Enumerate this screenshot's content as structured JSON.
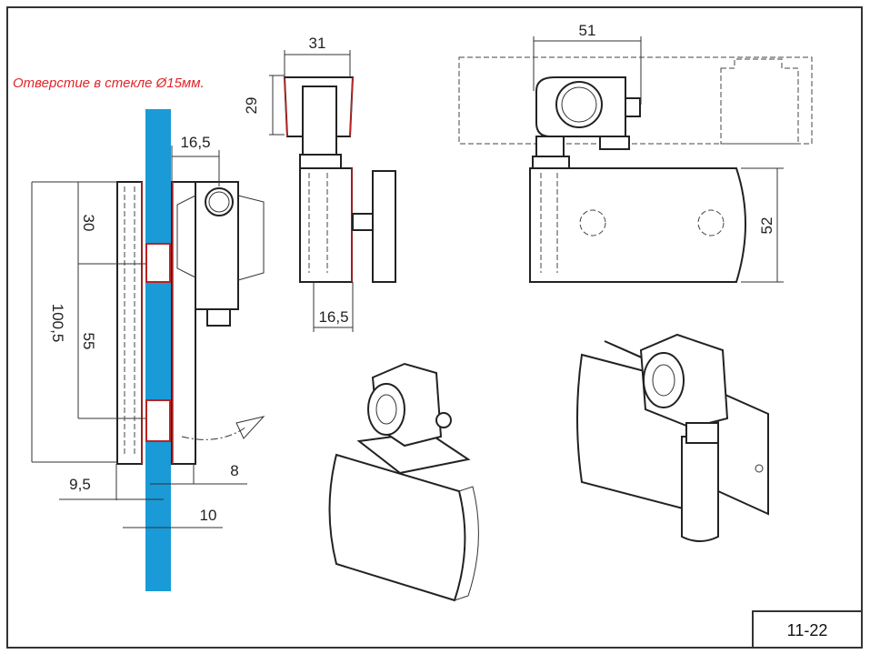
{
  "note": "Отверстие в стекле Ø15мм.",
  "sheet_number": "11-22",
  "dimensions": {
    "side_height_total": "100,5",
    "side_top": "30",
    "side_spacing": "55",
    "side_offset": "16,5",
    "plate_thickness": "9,5",
    "gap": "8",
    "glass_thickness": "10",
    "front_width": "31",
    "front_height": "29",
    "front_offset": "16,5",
    "top_width": "51",
    "plate_height": "52"
  },
  "colors": {
    "glass": "#1a9ad6",
    "note": "#e0262a",
    "highlight": "#b22222"
  }
}
